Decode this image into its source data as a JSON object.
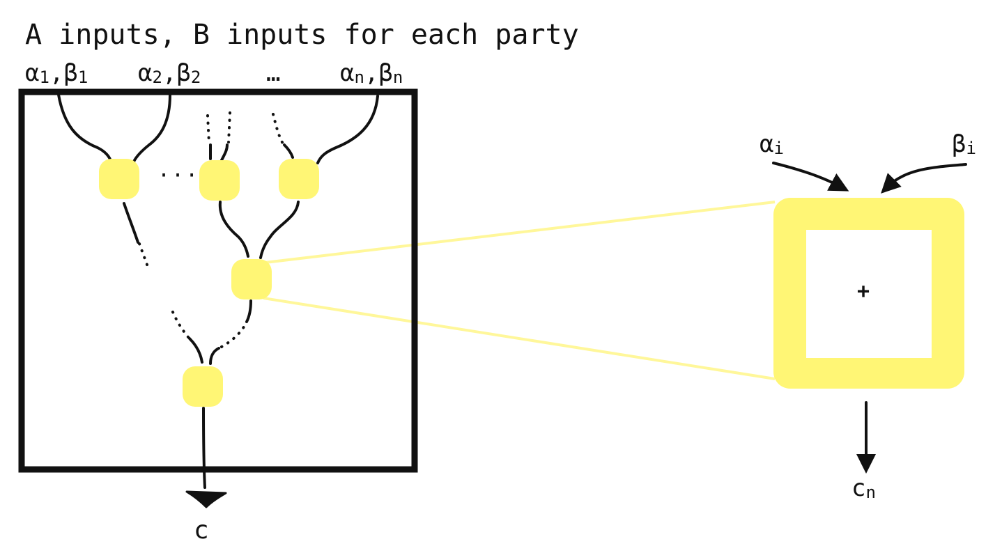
{
  "title": "A inputs, B inputs for each party",
  "inputs": {
    "p1": {
      "alpha": "α",
      "beta": "β",
      "sub": "1"
    },
    "p2": {
      "alpha": "α",
      "beta": "β",
      "sub": "2"
    },
    "ellipsis": "…",
    "pn": {
      "alpha": "α",
      "beta": "β",
      "sub": "n"
    }
  },
  "circuit": {
    "gate_ellipsis": "···",
    "output_label": "c"
  },
  "zoom": {
    "operation": "+",
    "input_alpha": {
      "sym": "α",
      "sub": "i"
    },
    "input_beta": {
      "sym": "β",
      "sub": "i"
    },
    "output": {
      "sym": "c",
      "sub": "n"
    }
  },
  "colors": {
    "gate": "#fff675",
    "zoom_border": "#fff675",
    "zoom_lines": "#fff79a",
    "stroke": "#111111"
  }
}
